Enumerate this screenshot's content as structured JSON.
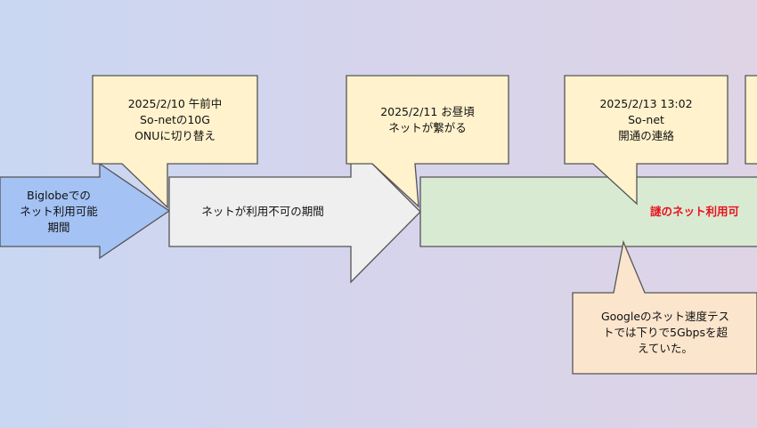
{
  "arrows": {
    "biglobe": "Biglobeでの\nネット利用可能\n期間",
    "unavailable": "ネットが利用不可の期間",
    "mystery": "謎のネット利用可"
  },
  "callouts": {
    "feb10": "2025/2/10 午前中\nSo-netの10G\nONUに切り替え",
    "feb11": "2025/2/11 お昼頃\nネットが繋がる",
    "feb13": "2025/2/13 13:02\nSo-net\n開通の連絡",
    "speedtest": "Googleのネット速度テス\nトでは下りで5Gbpsを超\nえていた。"
  },
  "colors": {
    "biglobe_fill": "#a4c2f4",
    "unavailable_fill": "#efefef",
    "mystery_fill": "#d9ead3",
    "callout_fill": "#fff2cc",
    "speed_fill": "#fce5cd",
    "mystery_text": "#e8121e",
    "stroke": "#555555"
  }
}
